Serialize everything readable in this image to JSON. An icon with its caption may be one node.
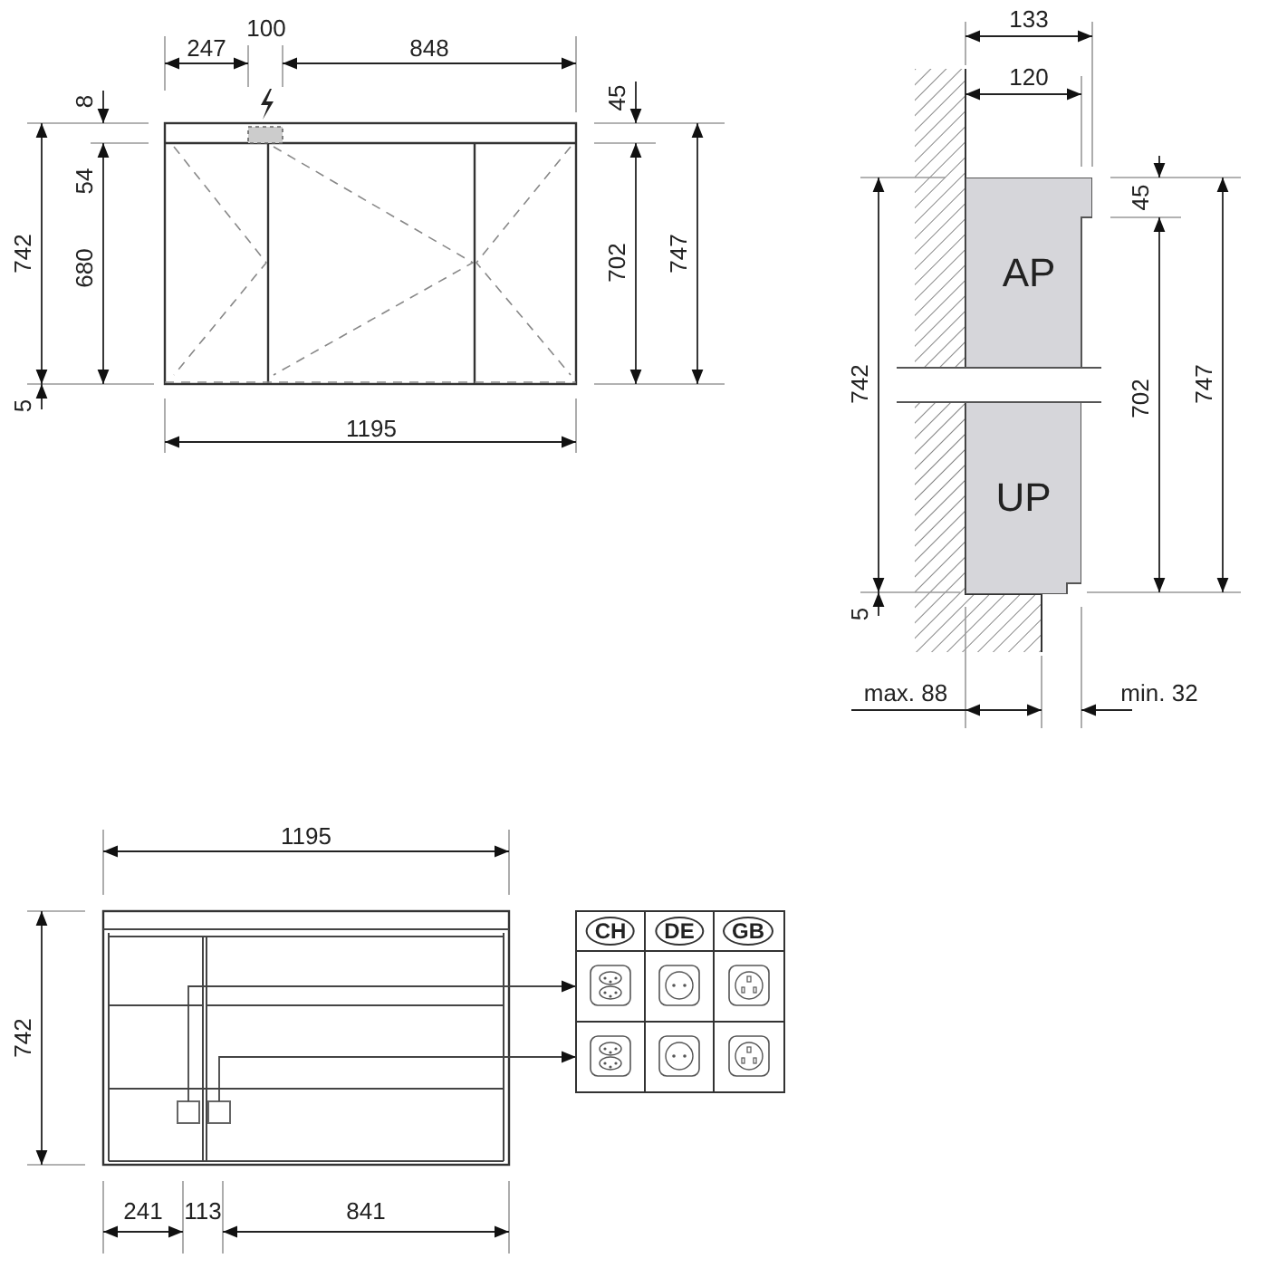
{
  "diagram": {
    "nodes": [
      {
        "text": [
          "AP"
        ]
      },
      {
        "text": [
          "UP"
        ]
      },
      {
        "text": [],
        "shape": "box"
      },
      {
        "text": [],
        "shape": "box"
      },
      {
        "text": [],
        "shape": "box"
      },
      {
        "text": [],
        "shape": "box"
      }
    ],
    "edges": [
      {
        "from": 2,
        "to": 4,
        "arrow": "to"
      },
      {
        "from": 3,
        "to": 5,
        "arrow": "to"
      }
    ],
    "labels": [
      "247",
      "100",
      "848",
      "8",
      "54",
      "742",
      "680",
      "5",
      "45",
      "702",
      "747",
      "1195",
      "133",
      "120",
      "45",
      "742",
      "702",
      "747",
      "5",
      "max. 88",
      "min. 32",
      "1195",
      "742",
      "CH",
      "DE",
      "GB",
      "241",
      "113",
      "841"
    ]
  }
}
